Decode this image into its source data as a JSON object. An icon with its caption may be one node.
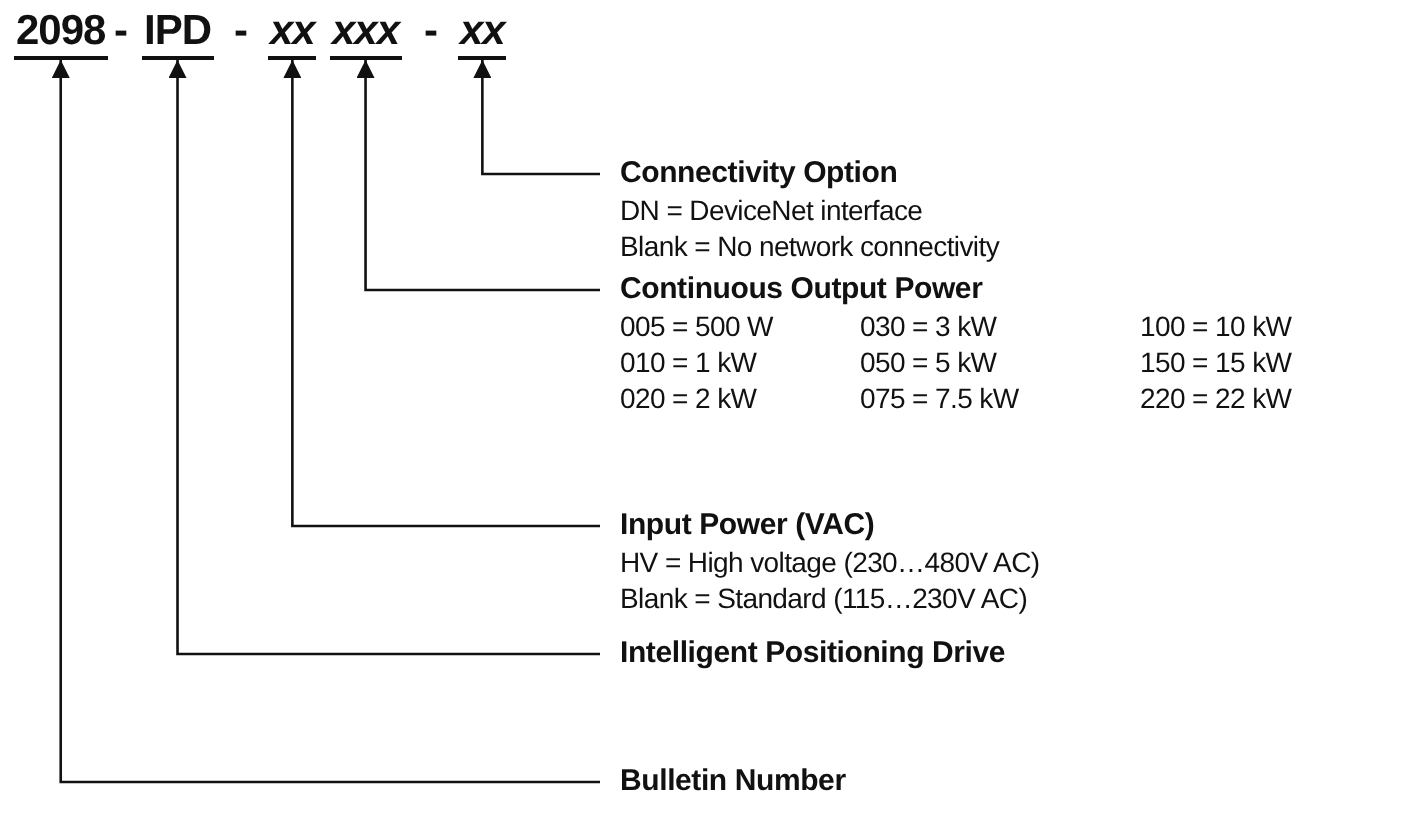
{
  "diagram": {
    "nodes": [
      {
        "text": [
          "2098"
        ]
      },
      {
        "text": [
          "IPD"
        ]
      },
      {
        "text": [
          "xx"
        ]
      },
      {
        "text": [
          "xxx"
        ]
      },
      {
        "text": [
          "xx"
        ]
      },
      {
        "text": [
          "Connectivity Option",
          "DN = DeviceNet interface",
          "Blank = No network connectivity"
        ]
      },
      {
        "text": [
          "Continuous Output Power",
          "005 = 500 W",
          "030 = 3 kW",
          "100 = 10 kW",
          "010 = 1 kW",
          "050 = 5 kW",
          "150 = 15 kW",
          "020 = 2 kW",
          "075 = 7.5 kW",
          "220 = 22 kW"
        ]
      },
      {
        "text": [
          "Input Power (VAC)",
          "HV = High voltage (230…480V AC)",
          "Blank = Standard (115…230V AC)"
        ]
      },
      {
        "text": [
          "Intelligent Positioning Drive"
        ]
      },
      {
        "text": [
          "Bulletin Number"
        ]
      }
    ],
    "edges": [
      {
        "from": 5,
        "to": 4,
        "arrow": "to"
      },
      {
        "from": 6,
        "to": 3,
        "arrow": "to"
      },
      {
        "from": 7,
        "to": 2,
        "arrow": "to"
      },
      {
        "from": 8,
        "to": 1,
        "arrow": "to"
      },
      {
        "from": 9,
        "to": 0,
        "arrow": "to"
      }
    ],
    "labels": [
      "-",
      "-",
      "-"
    ]
  }
}
